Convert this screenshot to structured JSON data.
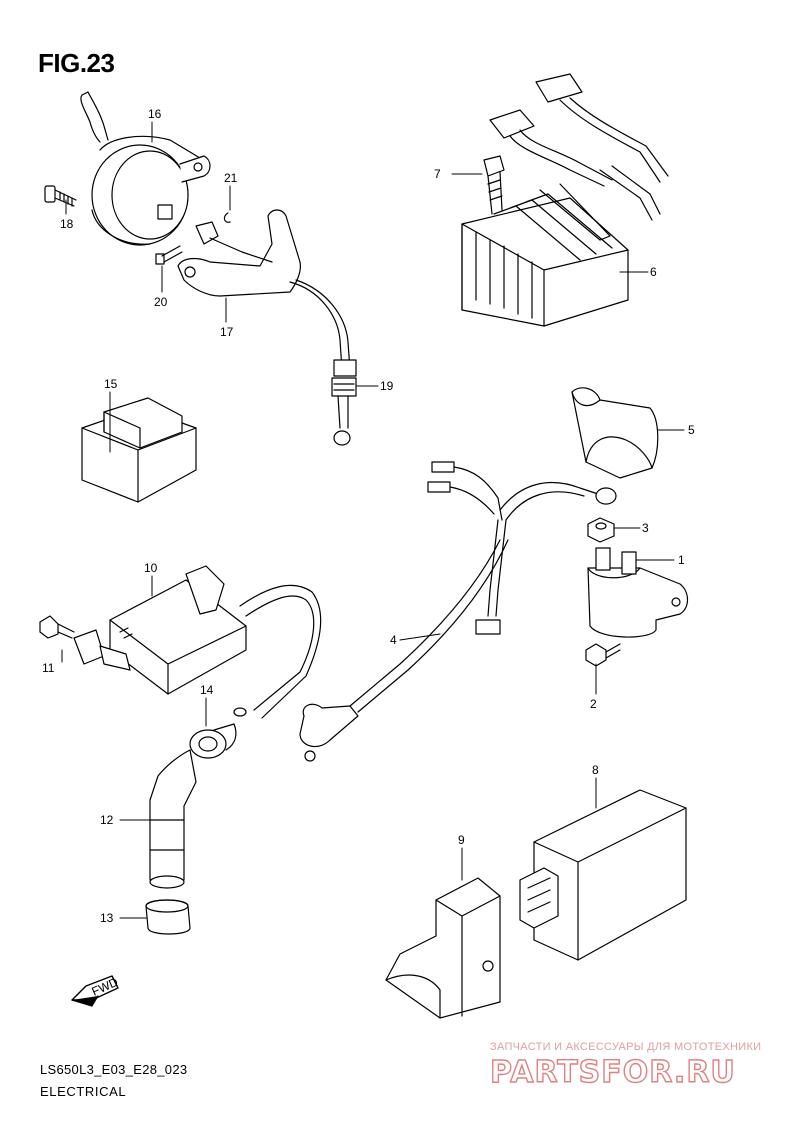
{
  "figure": {
    "title": "FIG.23"
  },
  "callouts": [
    "1",
    "2",
    "3",
    "4",
    "5",
    "6",
    "7",
    "8",
    "9",
    "10",
    "11",
    "12",
    "13",
    "14",
    "15",
    "16",
    "17",
    "18",
    "19",
    "20",
    "21"
  ],
  "fwd_label": "FWD",
  "footer": {
    "code": "LS650L3_E03_E28_023",
    "section": "ELECTRICAL"
  },
  "watermark": {
    "tagline": "ЗАПЧАСТИ И АКСЕССУАРЫ ДЛЯ МОТОТЕХНИКИ",
    "logo_text": "PARTSFOR.RU"
  },
  "colors": {
    "line": "#000000",
    "watermark": "#e08080"
  }
}
